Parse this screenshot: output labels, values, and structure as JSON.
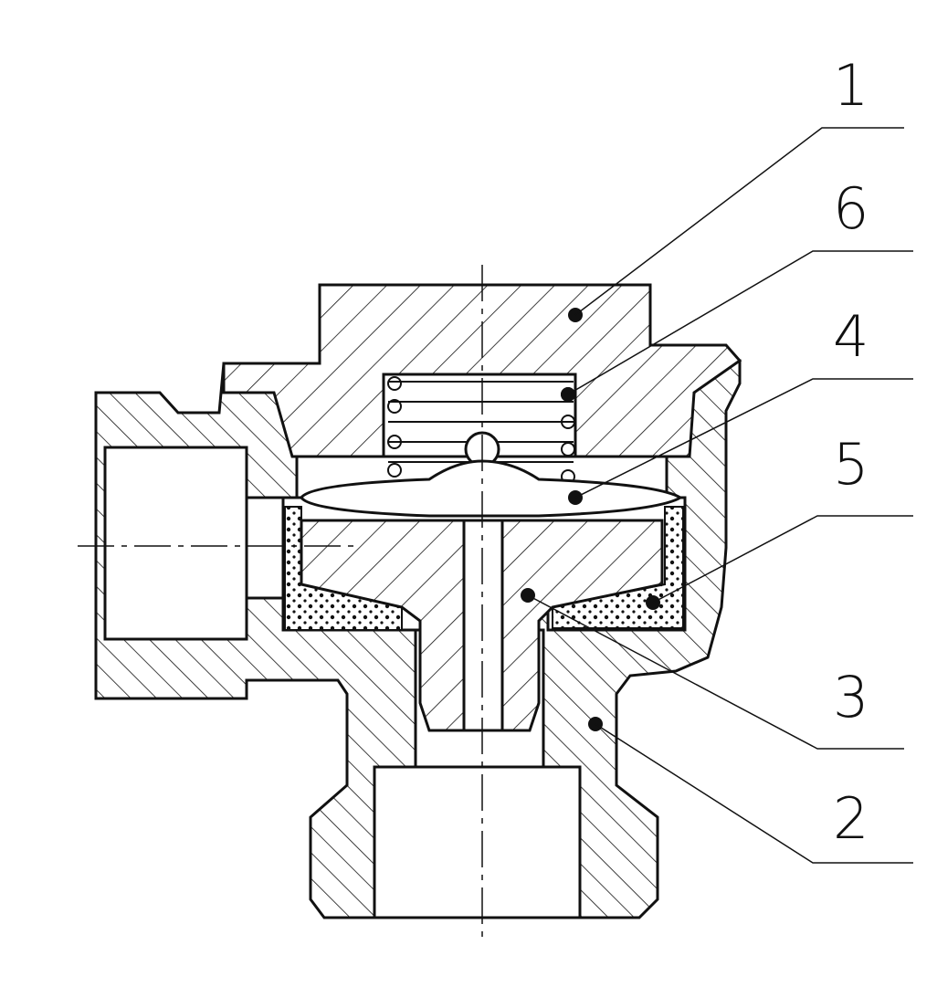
{
  "diagram": {
    "type": "valve cross-section drawing",
    "callouts": [
      {
        "id": "callout-1",
        "label": "1"
      },
      {
        "id": "callout-6",
        "label": "6"
      },
      {
        "id": "callout-4",
        "label": "4"
      },
      {
        "id": "callout-5",
        "label": "5"
      },
      {
        "id": "callout-3",
        "label": "3"
      },
      {
        "id": "callout-2",
        "label": "2"
      }
    ]
  }
}
